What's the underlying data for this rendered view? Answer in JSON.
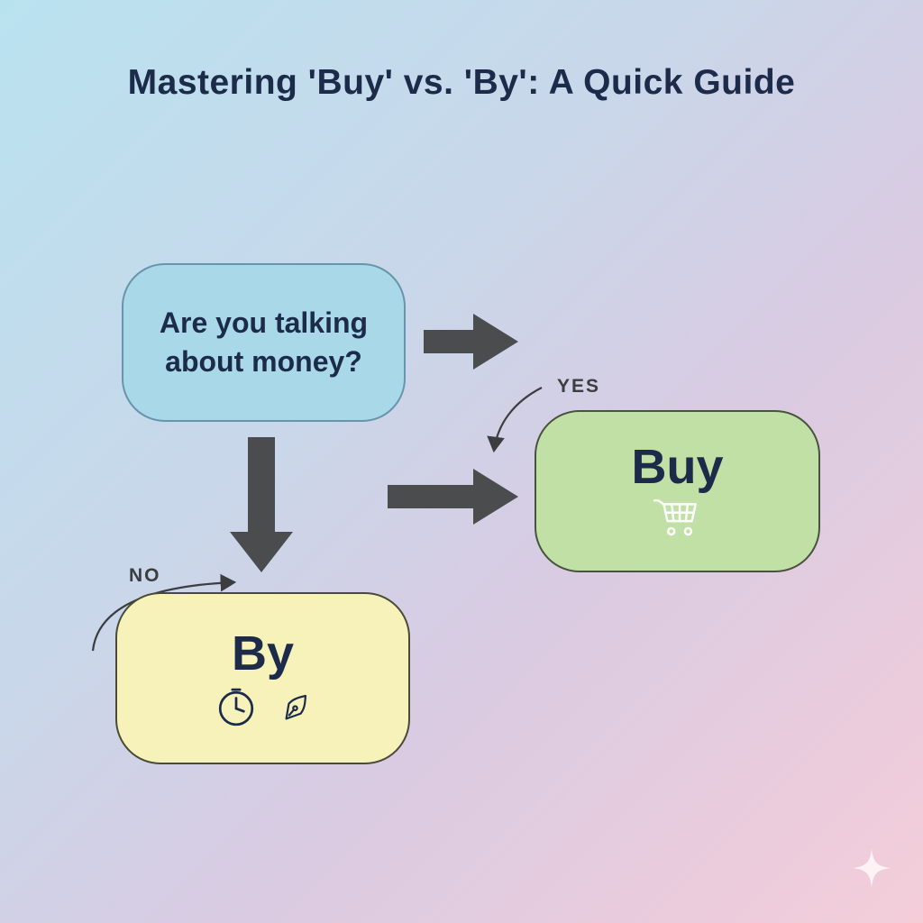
{
  "title": "Mastering 'Buy' vs. 'By': A Quick Guide",
  "question_box": {
    "text": "Are you talking about money?"
  },
  "labels": {
    "yes": "YES",
    "no": "NO"
  },
  "buy_box": {
    "label": "Buy",
    "icon": "shopping-cart-icon"
  },
  "by_box": {
    "label": "By",
    "icons": [
      "clock-icon",
      "pen-nib-icon"
    ]
  },
  "decor": {
    "bottom_right": "sparkle-icon"
  },
  "flow": {
    "question_to_yes": "right-arrow",
    "question_to_no": "down-arrow",
    "to_buy": "right-arrow"
  },
  "colors": {
    "background-start": "#b9e2ef",
    "background-end": "#f4cdd9",
    "title": "#1c2b4a",
    "box-text": "#1c2b4a",
    "question-box-fill": "#a9d9e8",
    "question-box-border": "#6795ab",
    "buy-box-fill": "#c1e0a5",
    "buy-box-border": "#47523f",
    "by-box-fill": "#f7f2ba",
    "by-box-border": "#4a4a38",
    "arrow": "#4a4c4e",
    "label": "#3b3d3f",
    "cart-icon": "#ffffff"
  }
}
